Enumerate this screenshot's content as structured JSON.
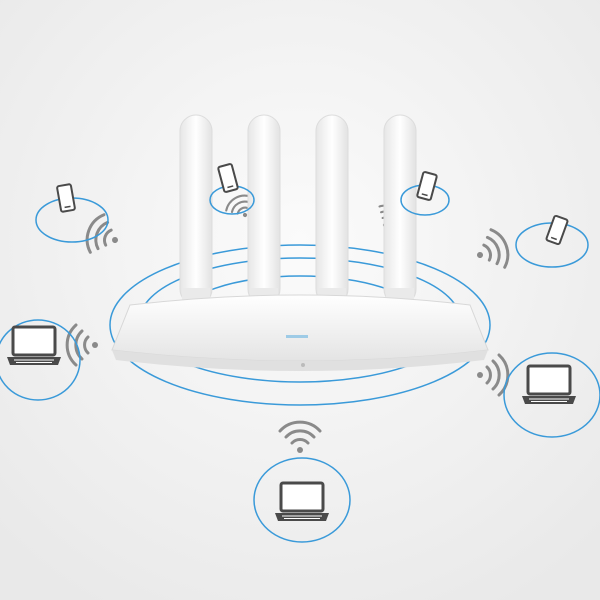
{
  "scene": {
    "subject": "router-icon",
    "antenna_count": 4,
    "connected_devices": {
      "phones": 4,
      "laptops": 3
    },
    "colors": {
      "background": "#f3f3f3",
      "signal_ring": "#3a9ad9",
      "device_icon": "#4a4a4a",
      "wifi_waves": "#8a8a8a",
      "router_body": "#ffffff"
    }
  }
}
